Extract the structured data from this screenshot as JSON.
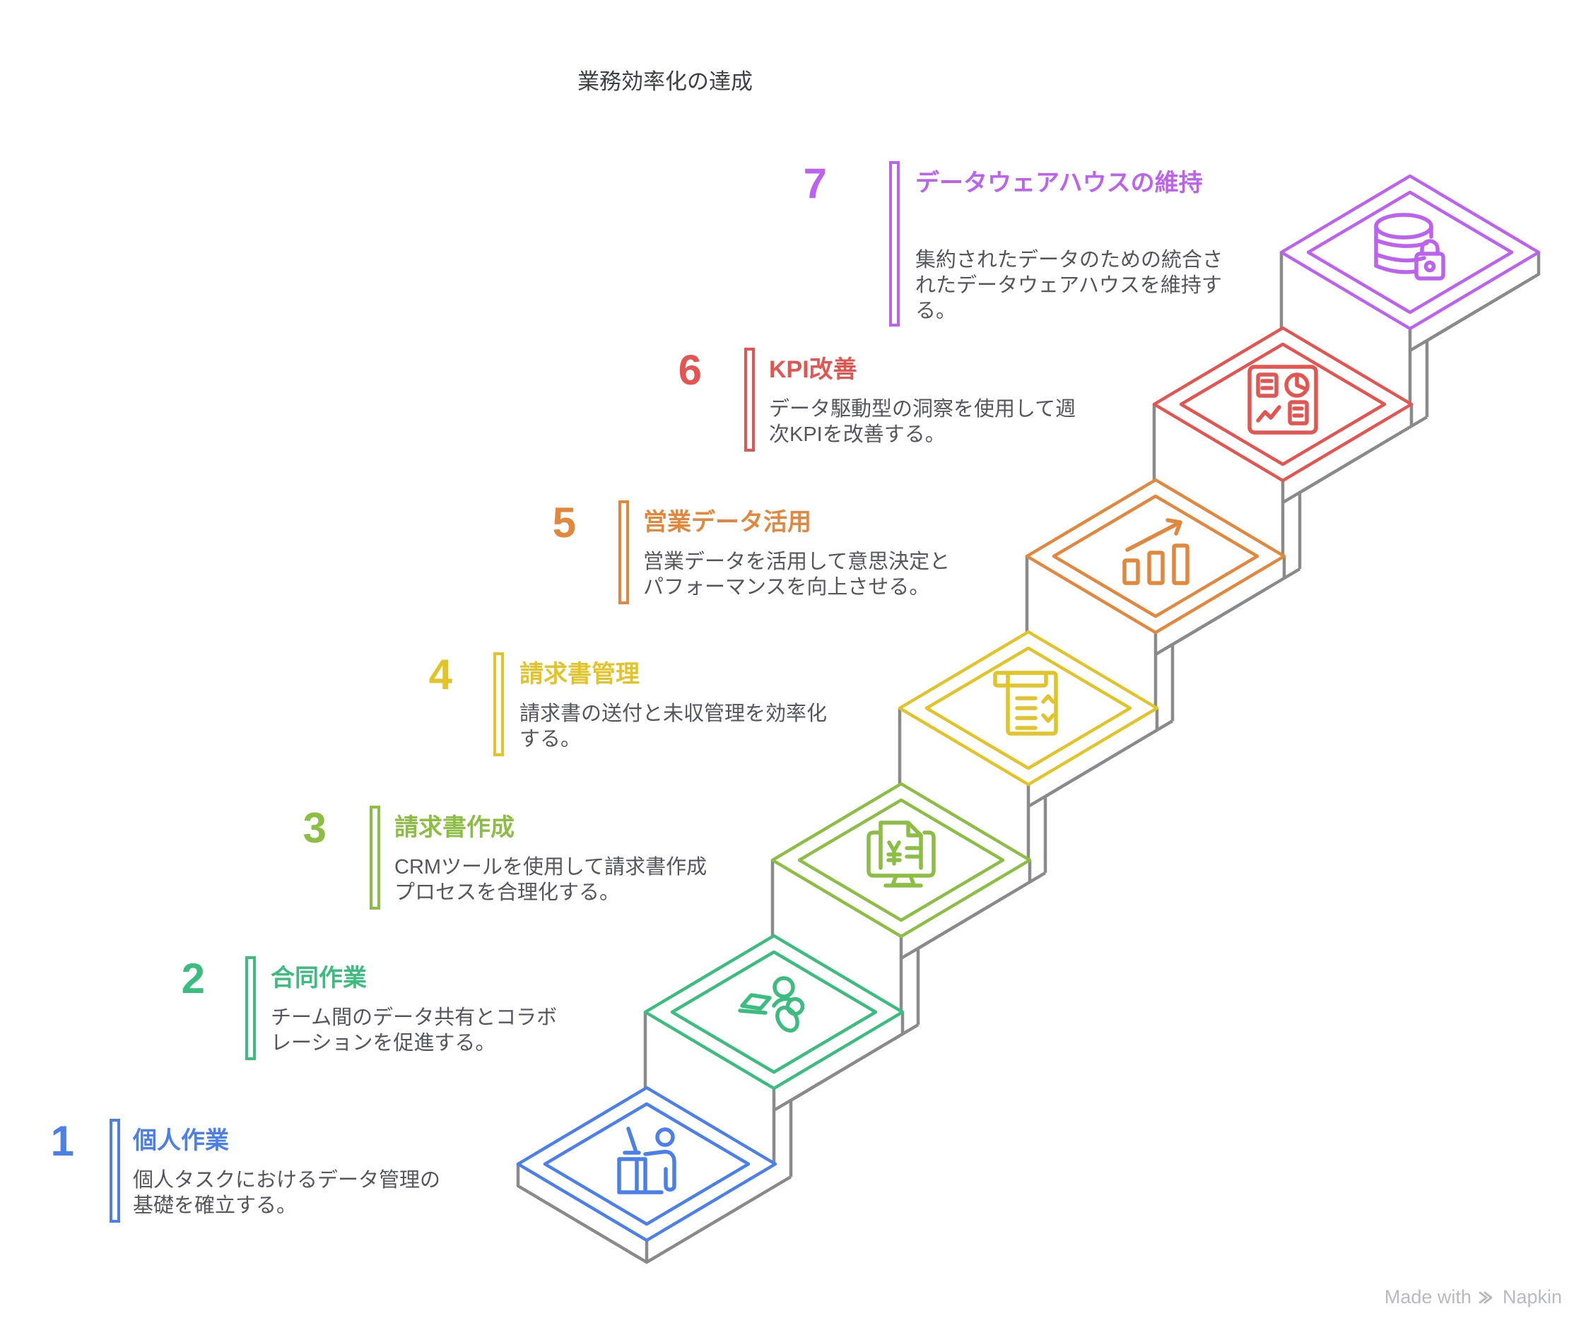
{
  "page_title": "業務効率化の達成",
  "steps": [
    {
      "number": "1",
      "title": "個人作業",
      "description": "個人タスクにおけるデータ管理の\n基礎を確立する。",
      "color": "#4b80ec",
      "icon": "person-desk-icon"
    },
    {
      "number": "2",
      "title": "合同作業",
      "description": "チーム間のデータ共有とコラボ\nレーションを促進する。",
      "color": "#3cbd80",
      "icon": "collaboration-icon"
    },
    {
      "number": "3",
      "title": "請求書作成",
      "description": "CRMツールを使用して請求書作成\nプロセスを合理化する。",
      "color": "#8cbe44",
      "icon": "invoice-monitor-icon"
    },
    {
      "number": "4",
      "title": "請求書管理",
      "description": "請求書の送付と未収管理を効率化\nする。",
      "color": "#e2c428",
      "icon": "invoice-list-icon"
    },
    {
      "number": "5",
      "title": "営業データ活用",
      "description": "営業データを活用して意思決定と\nパフォーマンスを向上させる。",
      "color": "#e2873c",
      "icon": "growth-chart-icon"
    },
    {
      "number": "6",
      "title": "KPI改善",
      "description": "データ駆動型の洞察を使用して週\n次KPIを改善する。",
      "color": "#e45450",
      "icon": "kpi-dashboard-icon"
    },
    {
      "number": "7",
      "title": "データウェアハウスの維持",
      "description": "集約されたデータのための統合さ\nれたデータウェアハウスを維持す\nる。",
      "color": "#bd62f0",
      "icon": "database-lock-icon"
    }
  ],
  "watermark": {
    "prefix": "Made with",
    "brand": "Napkin"
  },
  "colors": {
    "staircase_gray": "#8a8a8a",
    "description_text": "#55565c",
    "title_text": "#3f4045",
    "watermark": "#b9bac0"
  }
}
